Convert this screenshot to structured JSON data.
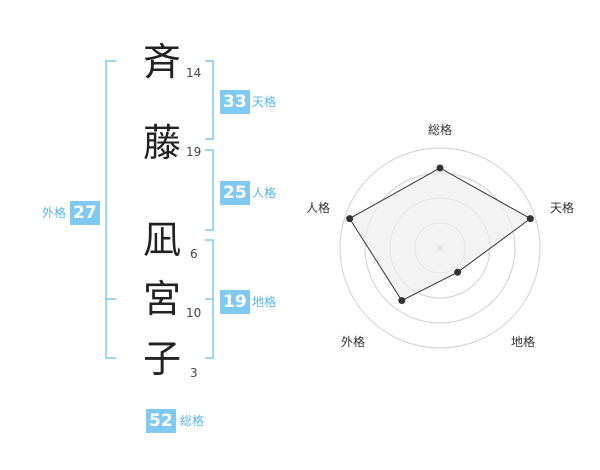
{
  "characters": [
    {
      "char": "斉",
      "strokes": "14"
    },
    {
      "char": "藤",
      "strokes": "19"
    },
    {
      "char": "凪",
      "strokes": "6"
    },
    {
      "char": "宮",
      "strokes": "10"
    },
    {
      "char": "子",
      "strokes": "3"
    }
  ],
  "fortunes": {
    "tenkaku": {
      "value": "33",
      "label": "天格"
    },
    "jinkaku": {
      "value": "25",
      "label": "人格"
    },
    "chikaku": {
      "value": "19",
      "label": "地格"
    },
    "gaikaku": {
      "value": "27",
      "label": "外格"
    },
    "soukaku": {
      "value": "52",
      "label": "総格"
    }
  },
  "radar": {
    "axes": [
      "総格",
      "天格",
      "地格",
      "外格",
      "人格"
    ],
    "values": [
      0.8,
      0.95,
      0.3,
      0.65,
      0.95
    ],
    "colors": {
      "fill": "#eeeeee",
      "line": "#333333",
      "ring": "#d0d0d0",
      "point": "#333333"
    }
  },
  "colors": {
    "accent": "#7fc9f3",
    "bracket": "#7fc9f3"
  }
}
